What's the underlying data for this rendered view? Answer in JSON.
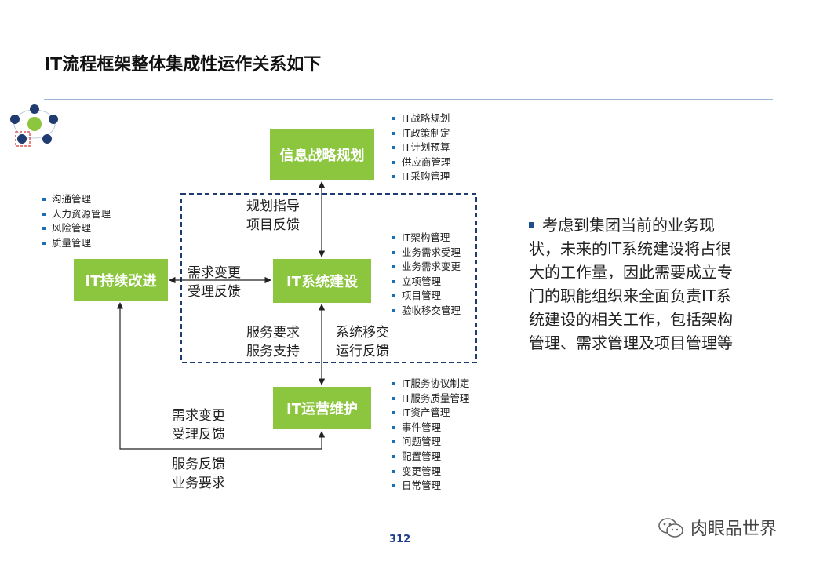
{
  "slide": {
    "title": "IT流程框架整体集成性运作关系如下",
    "page_number": "312"
  },
  "boxes": {
    "strategy": "信息战略规划",
    "improve": "IT持续改进",
    "build": "IT系统建设",
    "ops": "IT运营维护"
  },
  "edge_labels": {
    "strategy_build": [
      "规划指导",
      "项目反馈"
    ],
    "improve_build": [
      "需求变更",
      "受理反馈"
    ],
    "build_ops_left": [
      "服务要求",
      "服务支持"
    ],
    "build_ops_right": [
      "系统移交",
      "运行反馈"
    ],
    "ops_improve_top": [
      "需求变更",
      "受理反馈"
    ],
    "ops_improve_bottom": [
      "服务反馈",
      "业务要求"
    ]
  },
  "lists": {
    "strategy": [
      "IT战略规划",
      "IT政策制定",
      "IT计划预算",
      "供应商管理",
      "IT采购管理"
    ],
    "improve": [
      "沟通管理",
      "人力资源管理",
      "风险管理",
      "质量管理"
    ],
    "build": [
      "IT架构管理",
      "业务需求受理",
      "业务需求变更",
      "立项管理",
      "项目管理",
      "验收移交管理"
    ],
    "ops": [
      "IT服务协议制定",
      "IT服务质量管理",
      "IT资产管理",
      "事件管理",
      "问题管理",
      "配置管理",
      "变更管理",
      "日常管理"
    ]
  },
  "note": {
    "text": "考虑到集团当前的业务现状，未来的IT系统建设将占很大的工作量，因此需要成立专门的职能组织来全面负责IT系统建设的相关工作，包括架构管理、需求管理及项目管理等"
  },
  "watermark": {
    "text": "肉眼品世界",
    "icon": "wechat-icon"
  },
  "thumbnail": {
    "icon": "process-cycle-thumbnail-icon"
  },
  "colors": {
    "box_green": "#8cc63f",
    "dashed_navy": "#1f3b70",
    "bullet_blue": "#1a6fb5",
    "title_line": "#9fb6d6",
    "page_number": "#1f3b8c"
  }
}
